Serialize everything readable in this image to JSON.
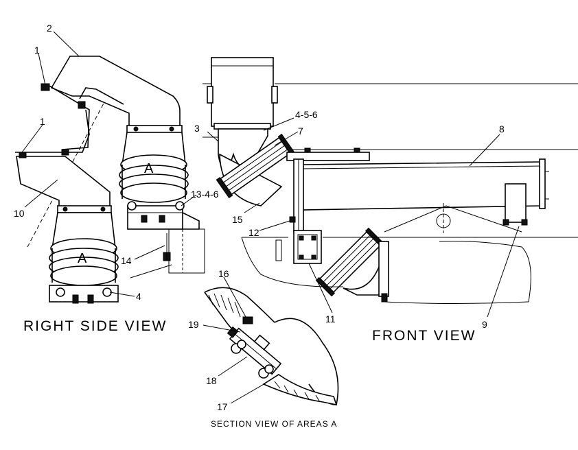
{
  "views": {
    "right_side_title": "RIGHT SIDE VIEW",
    "front_title": "FRONT VIEW",
    "section_title": "SECTION VIEW OF AREAS A"
  },
  "area_labels": {
    "upper": "A",
    "lower": "A"
  },
  "callouts": {
    "c1_top": "1",
    "c1_left": "1",
    "c2": "2",
    "c3": "3",
    "c4_5_6": "4-5-6",
    "c4": "4",
    "c7": "7",
    "c8": "8",
    "c9": "9",
    "c10": "10",
    "c11": "11",
    "c12": "12",
    "c13_4_6": "13-4-6",
    "c14": "14",
    "c15": "15",
    "c16": "16",
    "c17": "17",
    "c18": "18",
    "c19": "19"
  }
}
